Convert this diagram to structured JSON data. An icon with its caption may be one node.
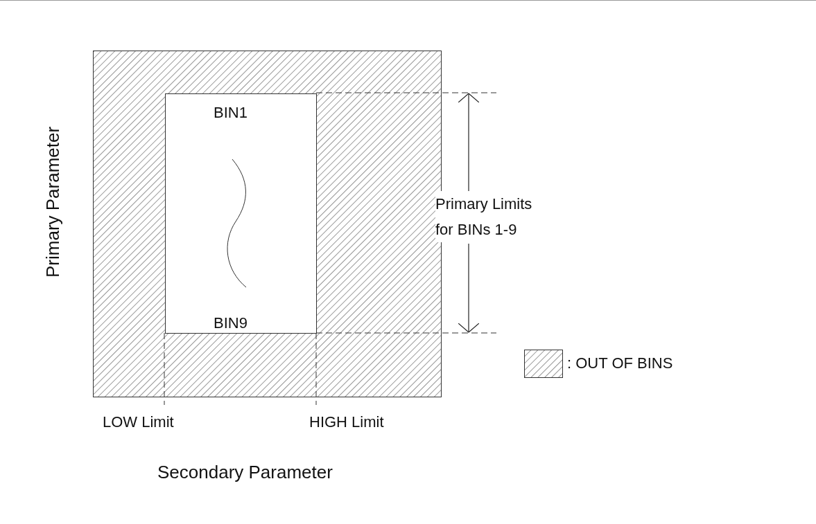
{
  "diagram": {
    "nodes": [
      {
        "text": [],
        "shape": "box"
      },
      {
        "text": [
          "BIN1",
          "BIN9"
        ],
        "in": 0
      }
    ],
    "labels": [
      "Primary Parameter",
      "Primary Limits for BINs 1-9",
      "LOW Limit",
      "HIGH Limit",
      "Secondary Parameter"
    ],
    "legend": [
      {
        "text": ": OUT OF BINS"
      }
    ]
  }
}
